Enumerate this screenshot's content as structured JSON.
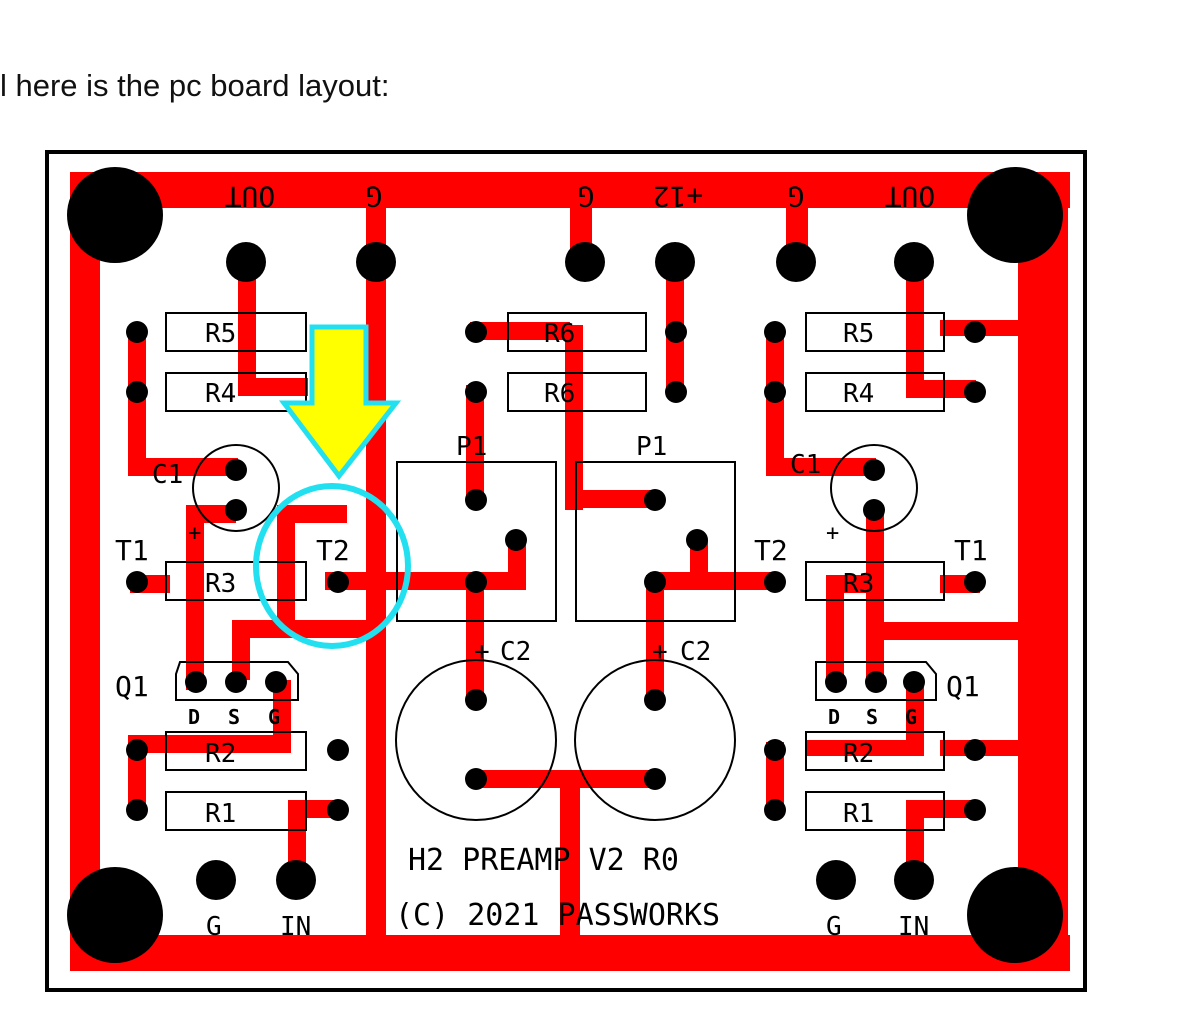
{
  "caption": "l here is the pc board layout:",
  "colors": {
    "trace": "#ff0000",
    "pad": "#000000",
    "silkscreen": "#000000",
    "highlight_arrow_fill": "#ffff00",
    "highlight_arrow_stroke": "#22e0f0",
    "highlight_circle": "#22e0f0"
  },
  "board": {
    "top_labels": {
      "out_left": "OUT",
      "g_left": "G",
      "g_mid": "G",
      "plus12": "+12",
      "g_right": "G",
      "out_right": "OUT"
    },
    "bottom_labels": {
      "g_left": "G",
      "in_left": "IN",
      "g_right": "G",
      "in_right": "IN"
    },
    "components": {
      "left": {
        "r5": "R5",
        "r4": "R4",
        "c1": "C1",
        "t1": "T1",
        "r3": "R3",
        "t2": "T2",
        "q1": "Q1",
        "d": "D",
        "s": "S",
        "g": "G",
        "r2": "R2",
        "r1": "R1",
        "plus": "+"
      },
      "center": {
        "r6_top": "R6",
        "r6_bottom": "R6",
        "p1_left": "P1",
        "p1_right": "P1",
        "c2_left": "C2",
        "c2_right": "C2",
        "plus_left": "+",
        "plus_right": "+"
      },
      "right": {
        "r5": "R5",
        "r4": "R4",
        "c1": "C1",
        "t1": "T1",
        "r3": "R3",
        "t2": "T2",
        "q1": "Q1",
        "d": "D",
        "s": "S",
        "g": "G",
        "r2": "R2",
        "r1": "R1",
        "plus": "+"
      }
    },
    "title_line1": "H2 PREAMP V2 R0",
    "title_line2": "(C) 2021 PASSWORKS"
  }
}
